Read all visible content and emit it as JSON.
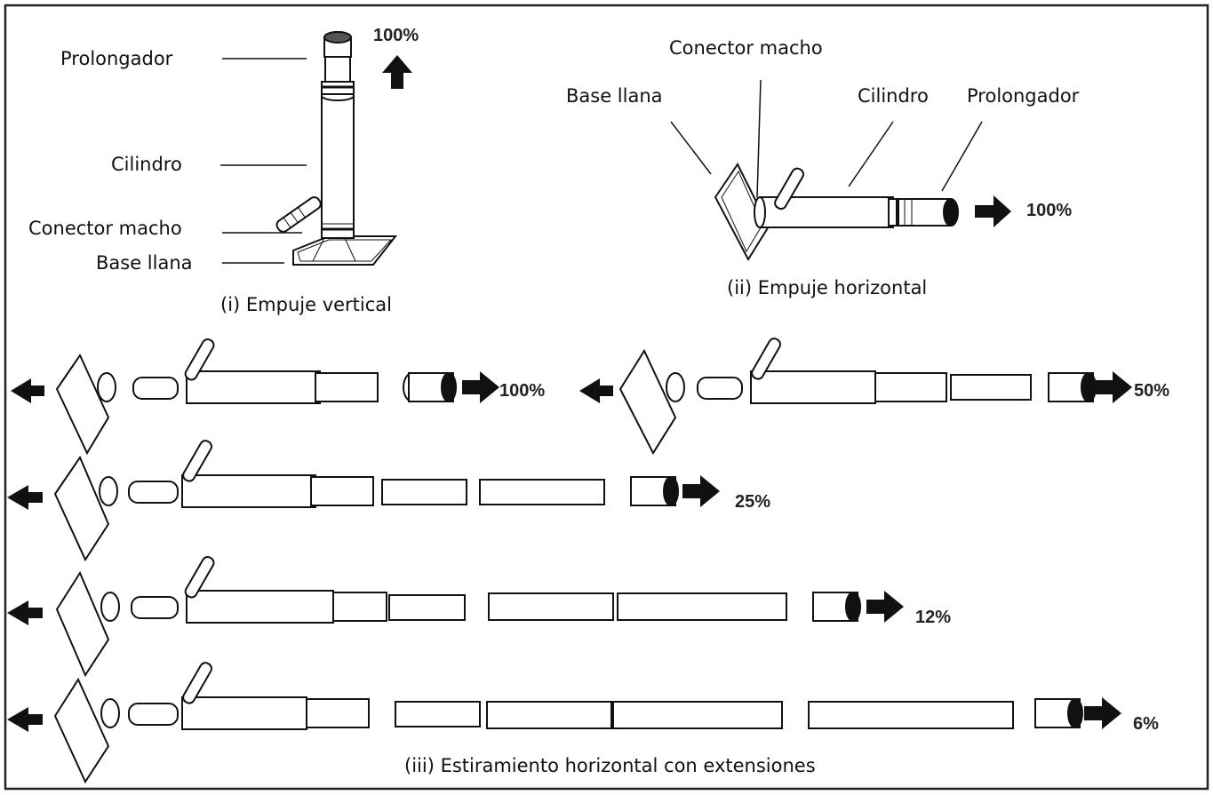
{
  "panel_i": {
    "labels": {
      "prolongador": "Prolongador",
      "cilindro": "Cilindro",
      "conector_macho": "Conector macho",
      "base_llana": "Base llana"
    },
    "percent": "100%",
    "caption": "(i) Empuje vertical"
  },
  "panel_ii": {
    "labels": {
      "conector_macho": "Conector macho",
      "base_llana": "Base llana",
      "cilindro": "Cilindro",
      "prolongador": "Prolongador"
    },
    "percent": "100%",
    "caption": "(ii) Empuje horizontal"
  },
  "panel_iii": {
    "percents": [
      "100%",
      "50%",
      "25%",
      "12%",
      "6%"
    ],
    "caption": "(iii) Estiramiento horizontal con extensiones"
  },
  "colors": {
    "line": "#111111",
    "fill": "#ffffff",
    "arrow": "#111111"
  },
  "icons": [
    "arrow-up-icon",
    "arrow-right-icon",
    "arrow-left-icon"
  ]
}
